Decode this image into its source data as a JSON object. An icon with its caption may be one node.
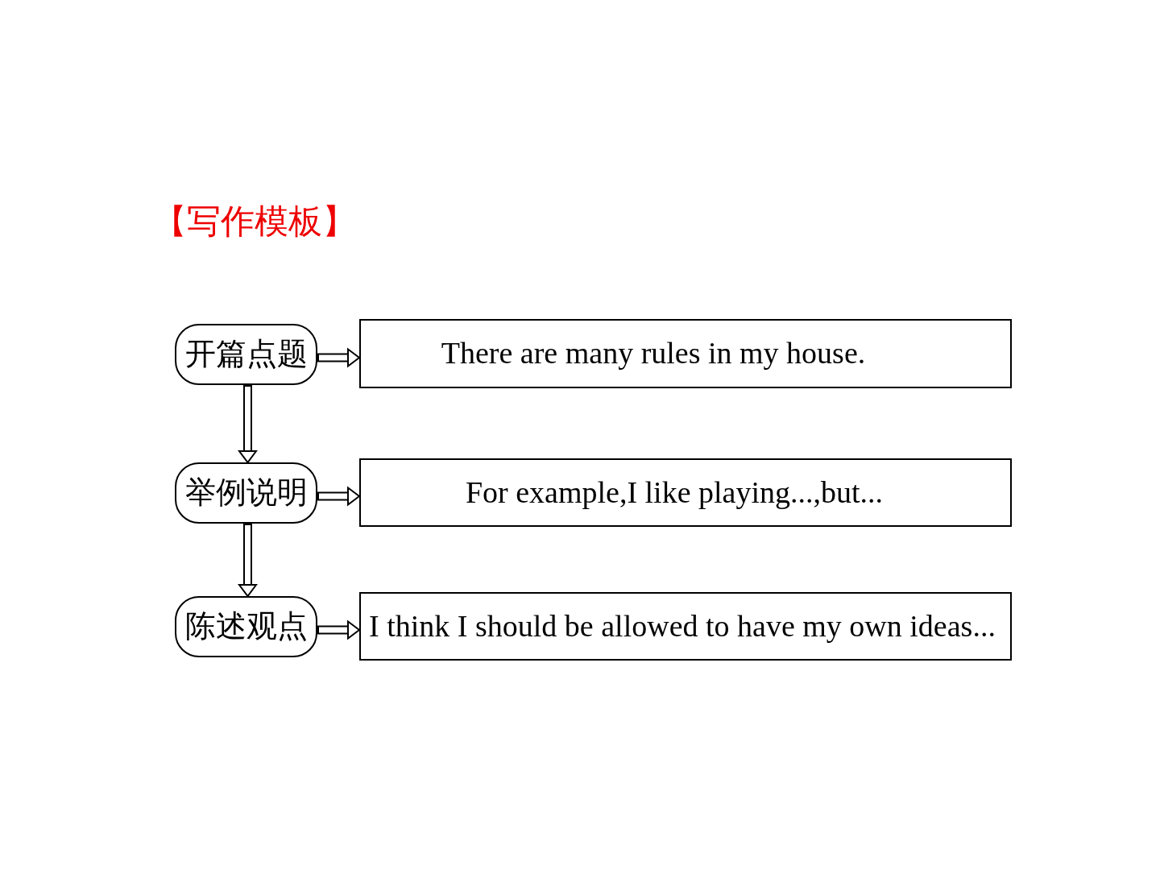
{
  "diagram": {
    "title": "【写作模板】",
    "nodes": [
      {
        "text": [
          "开篇点题"
        ]
      },
      {
        "text": [
          "There are many rules in my house."
        ]
      },
      {
        "text": [
          "举例说明"
        ]
      },
      {
        "text": [
          "For example,I like playing...,but..."
        ]
      },
      {
        "text": [
          "陈述观点"
        ]
      },
      {
        "text": [
          "I think I should be allowed to have my own ideas..."
        ]
      }
    ],
    "edges": [
      {
        "from": 0,
        "to": 1,
        "arrow": "to"
      },
      {
        "from": 0,
        "to": 2,
        "arrow": "to"
      },
      {
        "from": 2,
        "to": 3,
        "arrow": "to"
      },
      {
        "from": 2,
        "to": 4,
        "arrow": "to"
      },
      {
        "from": 4,
        "to": 5,
        "arrow": "to"
      }
    ]
  }
}
